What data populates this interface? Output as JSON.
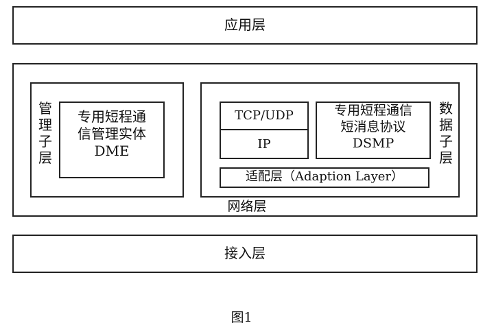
{
  "diagram": {
    "application_layer": "应用层",
    "network_layer": "网络层",
    "access_layer": "接入层",
    "management_sublayer": "管\n理\n子\n层",
    "management_entity": "专用短程通\n信管理实体\nDME",
    "data_sublayer": "数\n据\n子\n层",
    "tcp_udp": "TCP/UDP",
    "ip": "IP",
    "dsmp": "专用短程通信\n短消息协议\nDSMP",
    "adaption_layer": "适配层（Adaption Layer）",
    "caption": "图1"
  }
}
